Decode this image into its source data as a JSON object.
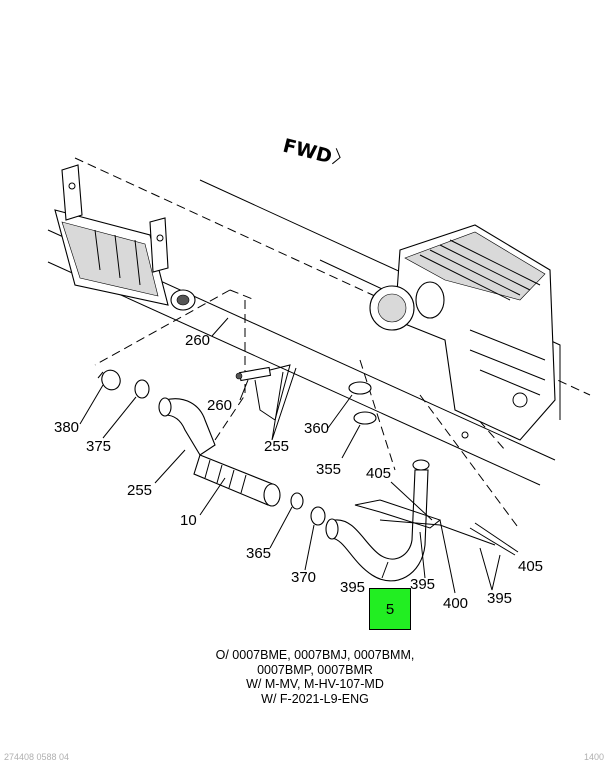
{
  "direction_label": "FWD",
  "callouts": {
    "c260a": "260",
    "c260b": "260",
    "c380": "380",
    "c375": "375",
    "c255a": "255",
    "c255b": "255",
    "c10": "10",
    "c360": "360",
    "c355": "355",
    "c365": "365",
    "c370": "370",
    "c405a": "405",
    "c405b": "405",
    "c395a": "395",
    "c395b": "395",
    "c395c": "395",
    "c400": "400"
  },
  "highlight": {
    "label": "5",
    "color": "#22ee22"
  },
  "notes": [
    "O/ 0007BME, 0007BMJ, 0007BMM,",
    "0007BMP, 0007BMR",
    "W/ M-MV, M-HV-107-MD",
    "W/ F-2021-L9-ENG"
  ],
  "footer": {
    "left": "274408 0588 04",
    "right": "1400"
  }
}
